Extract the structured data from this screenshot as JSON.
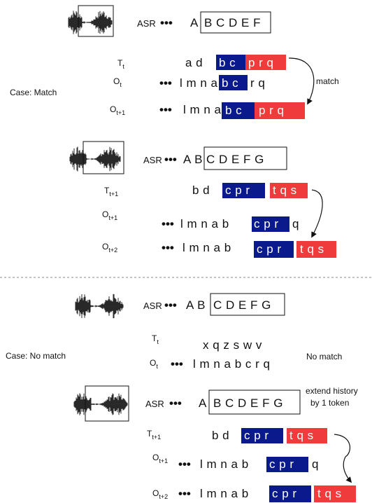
{
  "colors": {
    "matched_token_bg": "#0a1a8c",
    "draft_token_bg": "#ef3b3b",
    "text": "#111111",
    "divider": "#888888"
  },
  "icons": [
    "audio-waveform-icon"
  ],
  "case_match": {
    "label": "Case: Match",
    "annotation": "match",
    "step1": {
      "asr_label": "ASR",
      "asr_prefix": "A",
      "asr_boxed": "BCDEF",
      "rows": [
        {
          "label": "T",
          "sub": "t",
          "plain": "a d",
          "blue": "b c",
          "red": "p r q",
          "tail": ""
        },
        {
          "label": "O",
          "sub": "t",
          "dots": "•••",
          "plain": "l m n a",
          "blue": "b c",
          "red": "",
          "tail": "r q"
        },
        {
          "label": "O",
          "sub": "t+1",
          "dots": "•••",
          "plain": "l m n a",
          "blue": "b c",
          "red": "p r q",
          "tail": ""
        }
      ]
    },
    "step2": {
      "asr_label": "ASR",
      "asr_prefix": "A B",
      "asr_boxed": "C D E F  G",
      "rows": [
        {
          "label": "T",
          "sub": "t+1",
          "plain": "b d",
          "blue": "c p r",
          "red": "t q s",
          "tail": ""
        },
        {
          "label": "O",
          "sub": "t+1",
          "dots": "•••",
          "plain": "l m n a  b",
          "blue": "c p r",
          "red": "",
          "tail": "q"
        },
        {
          "label": "O",
          "sub": "t+2",
          "dots": "•••",
          "plain": "l m n a b",
          "blue": "c p r",
          "red": "t q s",
          "tail": ""
        }
      ]
    }
  },
  "case_no_match": {
    "label": "Case: No match",
    "annotation": "No match",
    "extend_note": [
      "extend history",
      "by 1 token"
    ],
    "step1": {
      "asr_label": "ASR",
      "asr_prefix": "A B",
      "asr_boxed": "C D E F G",
      "rows": [
        {
          "label": "T",
          "sub": "t",
          "plain": "x q z s w v"
        },
        {
          "label": "O",
          "sub": "t",
          "dots": "•••",
          "plain": "l m n a b c r q"
        }
      ]
    },
    "step2": {
      "asr_label": "ASR",
      "asr_prefix": "A",
      "asr_boxed": "B C D E F  G",
      "rows": [
        {
          "label": "T",
          "sub": "t+1",
          "plain": "b d",
          "blue": "c p r",
          "red": "t q s",
          "tail": ""
        },
        {
          "label": "O",
          "sub": "t+1",
          "dots": "•••",
          "plain": "l m n a  b",
          "blue": "c p r",
          "red": "",
          "tail": "q"
        },
        {
          "label": "O",
          "sub": "t+2",
          "dots": "•••",
          "plain": "l m n a  b",
          "blue": "c p r",
          "red": "t q s",
          "tail": ""
        }
      ]
    }
  }
}
